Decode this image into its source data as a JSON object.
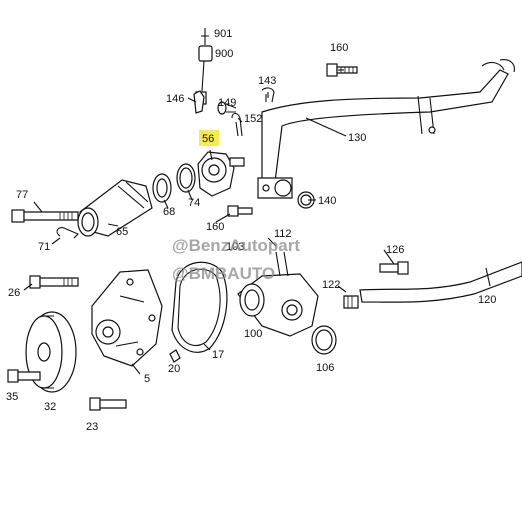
{
  "parts": [
    {
      "id": "p901",
      "label": "901"
    },
    {
      "id": "p900",
      "label": "900"
    },
    {
      "id": "p160a",
      "label": "160"
    },
    {
      "id": "p143",
      "label": "143"
    },
    {
      "id": "p146",
      "label": "146"
    },
    {
      "id": "p149",
      "label": "149"
    },
    {
      "id": "p152",
      "label": "152"
    },
    {
      "id": "p130",
      "label": "130"
    },
    {
      "id": "p56",
      "label": "56",
      "highlight": true
    },
    {
      "id": "p77",
      "label": "77"
    },
    {
      "id": "p68",
      "label": "68"
    },
    {
      "id": "p74",
      "label": "74"
    },
    {
      "id": "p140",
      "label": "140"
    },
    {
      "id": "p160b",
      "label": "160"
    },
    {
      "id": "p65",
      "label": "65"
    },
    {
      "id": "p112",
      "label": "112"
    },
    {
      "id": "p71",
      "label": "71"
    },
    {
      "id": "p103",
      "label": "103"
    },
    {
      "id": "p126",
      "label": "126"
    },
    {
      "id": "p26",
      "label": "26"
    },
    {
      "id": "p122",
      "label": "122"
    },
    {
      "id": "p120",
      "label": "120"
    },
    {
      "id": "p100",
      "label": "100"
    },
    {
      "id": "p17",
      "label": "17"
    },
    {
      "id": "p106",
      "label": "106"
    },
    {
      "id": "p20",
      "label": "20"
    },
    {
      "id": "p5",
      "label": "5"
    },
    {
      "id": "p35",
      "label": "35"
    },
    {
      "id": "p32",
      "label": "32"
    },
    {
      "id": "p23",
      "label": "23"
    }
  ],
  "watermarks": {
    "line1": "@BenzAutopart",
    "line2": "@BMBAUTO"
  },
  "colors": {
    "highlight": "#f5ea55",
    "ink": "#111111",
    "watermark": "#8a8a8a"
  }
}
